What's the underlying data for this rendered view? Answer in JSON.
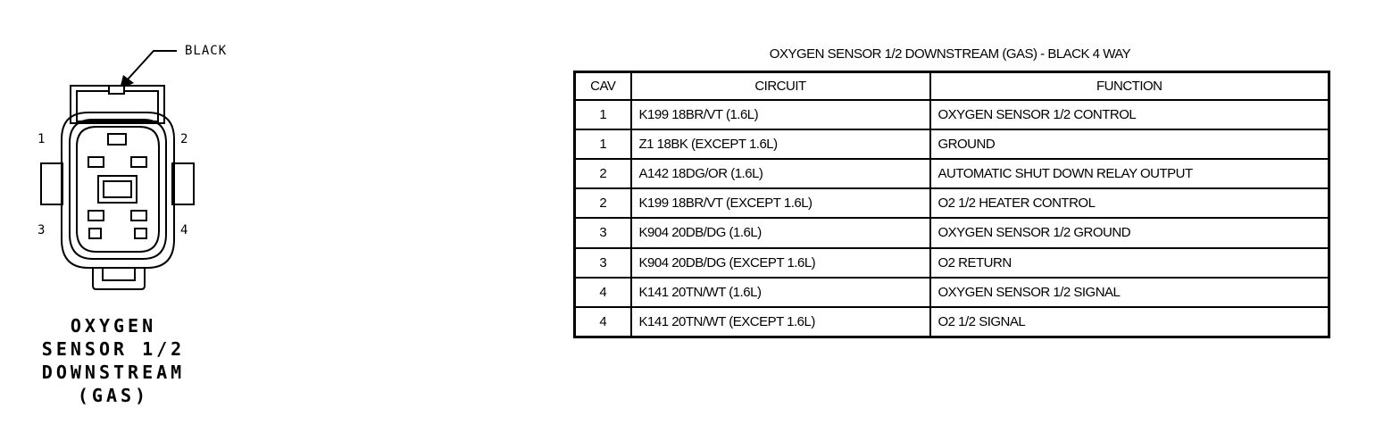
{
  "connector": {
    "callout": "BLACK",
    "name_lines": [
      "OXYGEN",
      "SENSOR 1/2",
      "DOWNSTREAM",
      "(GAS)"
    ],
    "pins": [
      "1",
      "2",
      "3",
      "4"
    ]
  },
  "table": {
    "title": "OXYGEN SENSOR 1/2 DOWNSTREAM (GAS) - BLACK 4 WAY",
    "headers": [
      "CAV",
      "CIRCUIT",
      "FUNCTION"
    ],
    "rows": [
      {
        "cav": "1",
        "circuit": "K199 18BR/VT (1.6L)",
        "function": "OXYGEN SENSOR 1/2 CONTROL"
      },
      {
        "cav": "1",
        "circuit": "Z1 18BK (EXCEPT 1.6L)",
        "function": "GROUND"
      },
      {
        "cav": "2",
        "circuit": "A142 18DG/OR (1.6L)",
        "function": "AUTOMATIC SHUT DOWN RELAY OUTPUT"
      },
      {
        "cav": "2",
        "circuit": "K199 18BR/VT (EXCEPT 1.6L)",
        "function": "O2 1/2 HEATER CONTROL"
      },
      {
        "cav": "3",
        "circuit": "K904 20DB/DG (1.6L)",
        "function": "OXYGEN SENSOR 1/2 GROUND"
      },
      {
        "cav": "3",
        "circuit": "K904 20DB/DG (EXCEPT 1.6L)",
        "function": "O2 RETURN"
      },
      {
        "cav": "4",
        "circuit": "K141 20TN/WT (1.6L)",
        "function": "OXYGEN SENSOR 1/2 SIGNAL"
      },
      {
        "cav": "4",
        "circuit": "K141 20TN/WT (EXCEPT 1.6L)",
        "function": "O2 1/2 SIGNAL"
      }
    ]
  }
}
